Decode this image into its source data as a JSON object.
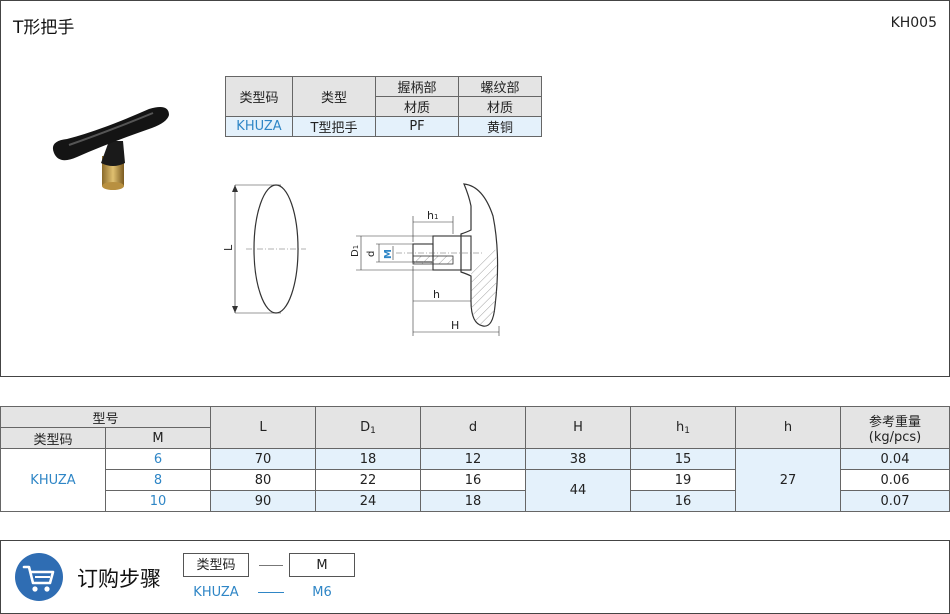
{
  "header": {
    "title": "T形把手",
    "code": "KH005"
  },
  "materials": {
    "headers": {
      "type_code": "类型码",
      "type": "类型",
      "grip_part": "握柄部",
      "thread_part": "螺纹部",
      "material": "材质"
    },
    "row": {
      "type_code": "KHUZA",
      "type": "T型把手",
      "grip_material": "PF",
      "thread_material": "黄铜"
    }
  },
  "drawing": {
    "label_L": "L",
    "label_D1": "D",
    "label_d": "d",
    "label_M": "M",
    "label_h1": "h",
    "label_h": "h",
    "label_H": "H",
    "sub_1": "1"
  },
  "spec": {
    "headers": {
      "model": "型号",
      "type_code": "类型码",
      "M": "M",
      "L": "L",
      "D1": "D",
      "d": "d",
      "H": "H",
      "h1": "h",
      "h": "h",
      "weight_1": "参考重量",
      "weight_2": "(kg/pcs)",
      "sub_1": "1"
    },
    "type_code": "KHUZA",
    "rows": [
      {
        "M": "6",
        "L": "70",
        "D1": "18",
        "d": "12",
        "H": "38",
        "h1": "15",
        "weight": "0.04"
      },
      {
        "M": "8",
        "L": "80",
        "D1": "22",
        "d": "16",
        "h1": "19",
        "weight": "0.06"
      },
      {
        "M": "10",
        "L": "90",
        "D1": "24",
        "d": "18",
        "h1": "16",
        "weight": "0.07"
      }
    ],
    "H_merged": "44",
    "h_merged": "27"
  },
  "order": {
    "title": "订购步骤",
    "box1": "类型码",
    "box2": "M",
    "value1": "KHUZA",
    "value2": "M6",
    "icon": "cart-icon"
  },
  "colors": {
    "accent": "#2f86c6",
    "header_gray": "#e4e4e4",
    "cell_blue": "#e4f1fb",
    "icon_blue": "#2f6db3"
  }
}
